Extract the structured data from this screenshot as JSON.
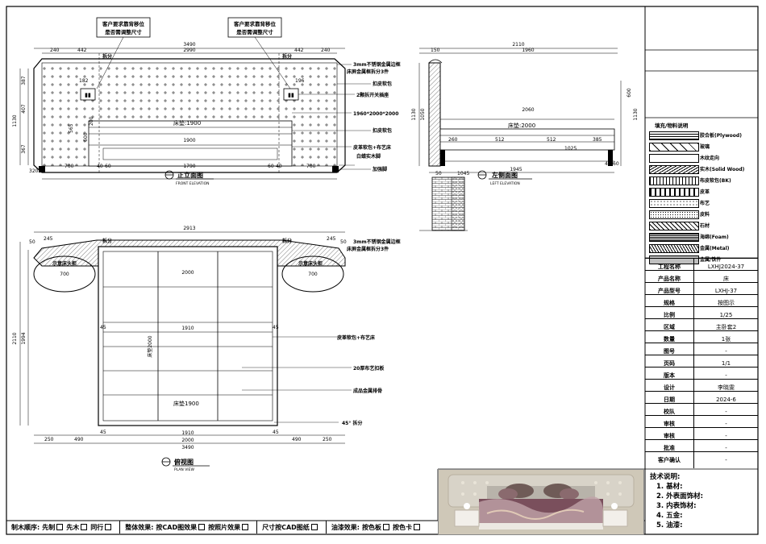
{
  "front_view": {
    "callout_left": [
      "客户要求靠背移位",
      "是否需调整尺寸"
    ],
    "callout_right": [
      "客户要求靠背移位",
      "是否需调整尺寸"
    ],
    "dims_top": [
      "240",
      "442",
      "3490",
      "2990",
      "442",
      "240"
    ],
    "dims_left": [
      "1130",
      "387",
      "407",
      "367",
      "320"
    ],
    "dims_bottom": [
      "700",
      "40",
      "60",
      "1790",
      "60",
      "40",
      "700"
    ],
    "inner_dims": [
      "182",
      "196",
      "565",
      "600",
      "1900",
      "200"
    ],
    "split_label": "拆分",
    "bed_label": "床垫:1900",
    "notes": [
      "3mm不锈钢金属边框",
      "床屏金属框拆分3件",
      "扣皮软包",
      "2颗拆开关插座",
      "1960*2000*2000",
      "扣皮软包",
      "皮革软包+布艺床",
      "白蜡实木脚",
      "加强脚"
    ],
    "title": "正立面图",
    "subtitle": "FRONT ELEVATION"
  },
  "side_view": {
    "dims_top": [
      "2110",
      "150",
      "1960"
    ],
    "dims_mid": [
      "2060",
      "床垫:2000"
    ],
    "dims_bottom": [
      "260",
      "512",
      "512",
      "385",
      "1025",
      "1945",
      "40",
      "60"
    ],
    "dims_left": [
      "1130",
      "1050"
    ],
    "dims_right": [
      "600",
      "1130"
    ],
    "detail_dims": [
      "50",
      "1045"
    ],
    "title": "左侧面图",
    "subtitle": "LEFT ELEVATION"
  },
  "plan_view": {
    "dims_top": [
      "2913",
      "50",
      "245",
      "245",
      "50"
    ],
    "split_label": "拆分",
    "corner_left": "示意床头柜",
    "corner_right": "示意床头柜",
    "corner_dims": [
      "700",
      "700"
    ],
    "inner_dims": [
      "2000",
      "1910",
      "床垫2000",
      "45",
      "45",
      "45",
      "45"
    ],
    "bed_label": "床垫1900",
    "dims_left": [
      "2110",
      "1994"
    ],
    "dims_bottom": [
      "250",
      "490",
      "1910",
      "2000",
      "490",
      "250",
      "3490"
    ],
    "notes": [
      "3mm不锈钢金属边框",
      "床屏金属框拆分3件",
      "皮革软包+布艺床",
      "20厚布艺扣板",
      "成品金属排骨",
      "45° 拆分"
    ],
    "title": "俯视图",
    "subtitle": "PLAN VIEW"
  },
  "legend": {
    "title": "填充/物料说明",
    "items": [
      "胶合板(Plywood)",
      "玻璃",
      "木纹走向",
      "实木(Solid Wood)",
      "布皮软包(BK)",
      "皮革",
      "布艺",
      "皮料",
      "石材",
      "海绵(Foam)",
      "金属(Metal)",
      "金属/铁件"
    ]
  },
  "title_block": {
    "rows": [
      {
        "k": "工程名称",
        "v": "LXHJ2024-37"
      },
      {
        "k": "产品名称",
        "v": "床"
      },
      {
        "k": "产品型号",
        "v": "LXHJ-37"
      },
      {
        "k": "规格",
        "v": "按图示"
      },
      {
        "k": "比例",
        "v": "1/25"
      },
      {
        "k": "区域",
        "v": "主卧套2"
      },
      {
        "k": "数量",
        "v": "1张"
      },
      {
        "k": "图号",
        "v": "-"
      },
      {
        "k": "页码",
        "v": "1/1"
      },
      {
        "k": "版本",
        "v": "-"
      },
      {
        "k": "设计",
        "v": "李晓雯"
      },
      {
        "k": "日期",
        "v": "2024-6"
      },
      {
        "k": "校队",
        "v": "-"
      },
      {
        "k": "审核",
        "v": "-"
      },
      {
        "k": "审核",
        "v": "-"
      },
      {
        "k": "批准",
        "v": "-"
      },
      {
        "k": "客户确认",
        "v": "-"
      }
    ]
  },
  "tech_notes": {
    "title": "技术说明:",
    "items": [
      "1. 基材:",
      "2. 外表面饰材:",
      "3. 内表饰材:",
      "4. 五金:",
      "5. 油漆:"
    ]
  },
  "footer": {
    "segments": [
      {
        "label": "制木顺序:",
        "opts": [
          "先制",
          "先木",
          "同行"
        ]
      },
      {
        "label": "整体效果:",
        "opts": [
          "按CAD图效果",
          "按照片效果"
        ]
      },
      {
        "label": "尺寸按CAD图纸",
        "opts": [
          ""
        ]
      },
      {
        "label": "油漆效果:",
        "opts": [
          "按色板",
          "按色卡"
        ]
      }
    ]
  }
}
